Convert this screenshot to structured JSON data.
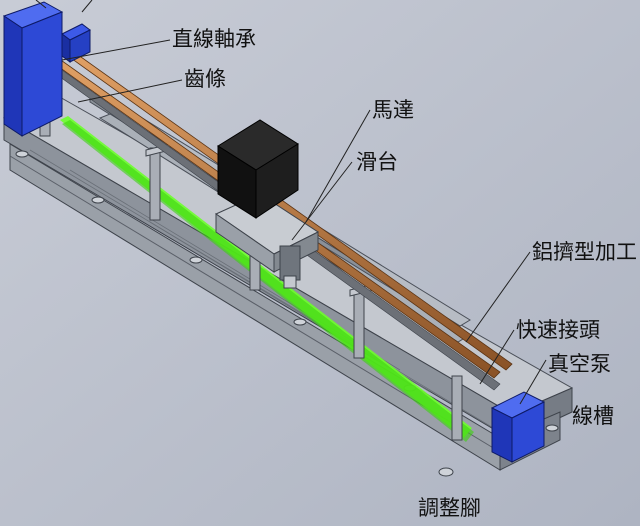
{
  "labels": {
    "linear_bearing": "直線軸承",
    "rack": "齒條",
    "motor": "馬達",
    "slide_table": "滑台",
    "aluminum_extrusion": "鋁擠型加工",
    "quick_connector": "快速接頭",
    "vacuum_pump": "真空泵",
    "cable_trough": "線槽",
    "leveling_foot": "調整腳"
  },
  "colors": {
    "background": "#b9bfcb",
    "frame": "#9aa0a8",
    "guide_rail": "#c98a4e",
    "glow_strip": "#5cff1a",
    "cabinet_blue": "#2440c4",
    "motor_black": "#161616",
    "leader_line": "#222222"
  }
}
